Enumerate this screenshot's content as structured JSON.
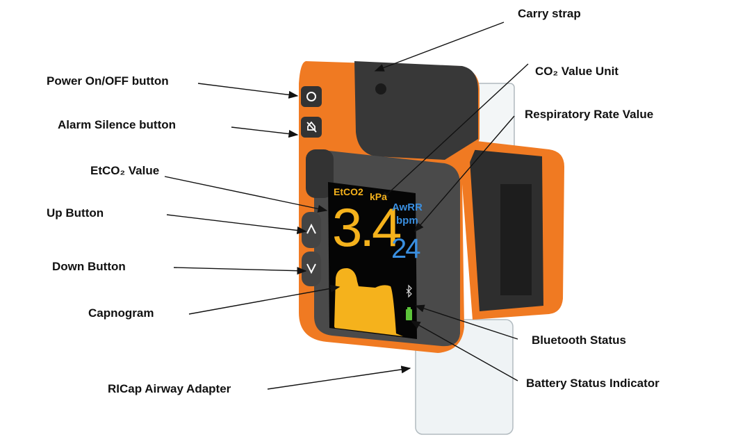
{
  "labels": {
    "carry_strap": "Carry strap",
    "co2_unit": "CO₂ Value Unit",
    "resp_rate": "Respiratory Rate Value",
    "power": "Power On/OFF button",
    "alarm": "Alarm Silence button",
    "etco2": "EtCO₂ Value",
    "up": "Up Button",
    "down": "Down Button",
    "capnogram": "Capnogram",
    "bluetooth": "Bluetooth Status",
    "battery": "Battery Status Indicator",
    "adapter": "RICap Airway Adapter"
  },
  "screen": {
    "etco2_label": "EtCO2",
    "unit": "kPa",
    "etco2_value": "3.4",
    "rr_label": "AwRR",
    "rr_unit": "bpm",
    "rr_value": "24"
  },
  "colors": {
    "body": "#f07a22",
    "dark": "#3a3a3a",
    "amber": "#f5b21c",
    "blue": "#3a8fe0",
    "battery": "#5cc43a"
  }
}
